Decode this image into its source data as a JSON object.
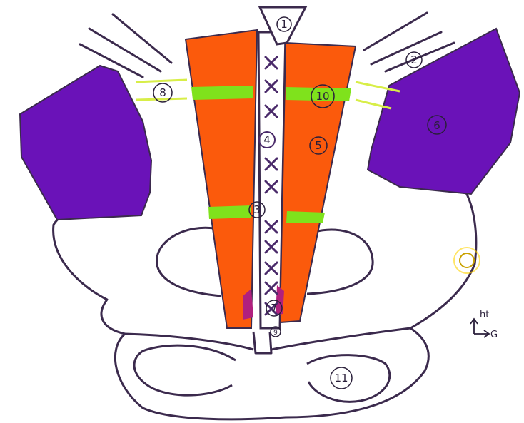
{
  "colors": {
    "outline": "#3b2a4d",
    "muscle_orange": "#fb5a0c",
    "muscle_purple": "#6a12b8",
    "band_green": "#7fe21c",
    "band_yellow": "#d8ee48",
    "magenta": "#b0207e",
    "marker_highlight": "#ffd400"
  },
  "markers": {
    "m1": "1",
    "m2": "2",
    "m3": "3",
    "m4": "4",
    "m5": "5",
    "m6": "6",
    "m7": "7",
    "m8": "8",
    "m9": "9",
    "m10": "10",
    "m11": "11"
  },
  "orientation": {
    "up_label": "ht",
    "right_label": "G"
  }
}
